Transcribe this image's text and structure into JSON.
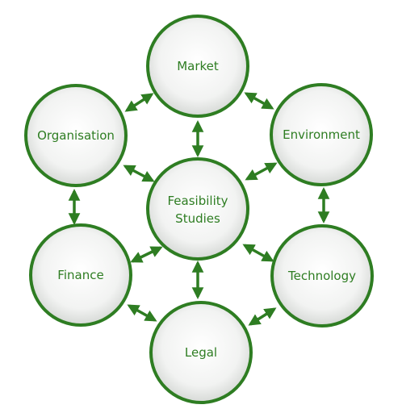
{
  "colors": {
    "accent": "#2e7d22",
    "circle_fill_center": "#ffffff",
    "circle_fill_edge": "#d9dcd9"
  },
  "nodes": {
    "center": {
      "line1": "Feasibility",
      "line2": "Studies"
    },
    "market": {
      "label": "Market"
    },
    "environment": {
      "label": "Environment"
    },
    "technology": {
      "label": "Technology"
    },
    "legal": {
      "label": "Legal"
    },
    "finance": {
      "label": "Finance"
    },
    "organisation": {
      "label": "Organisation"
    }
  }
}
